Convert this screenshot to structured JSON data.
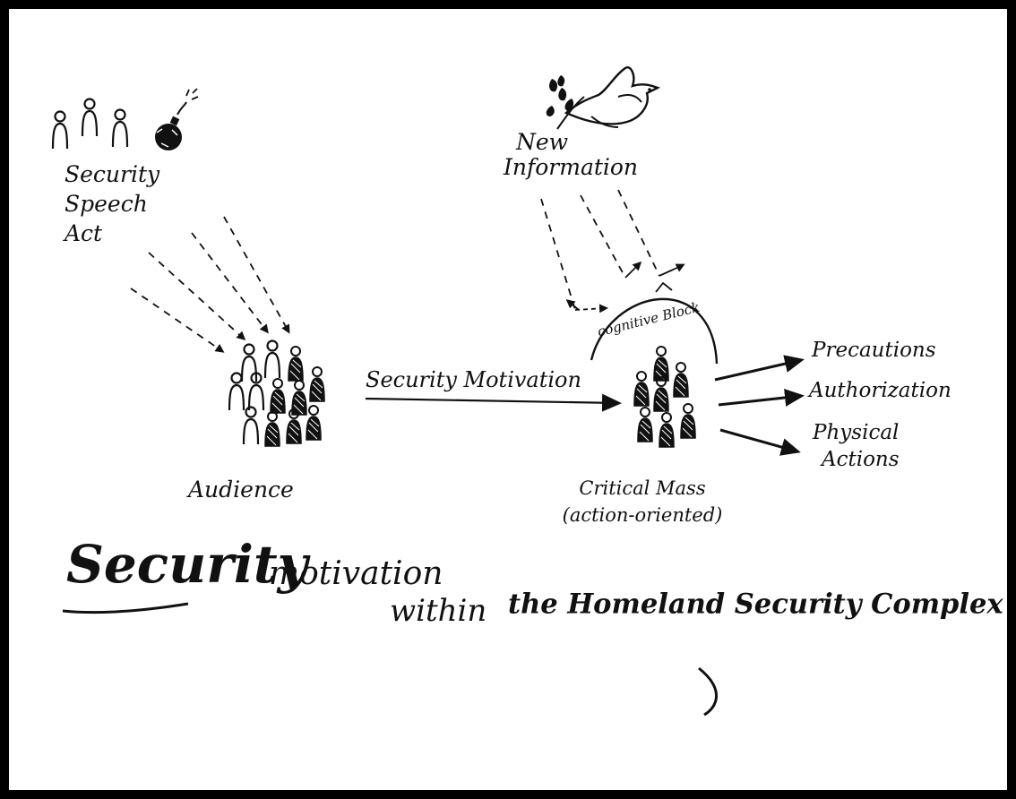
{
  "diagram": {
    "speech_act_label": [
      "Security",
      "Speech",
      "Act"
    ],
    "new_info_label": [
      "New",
      "Information"
    ],
    "audience_label": "Audience",
    "motivation_label": "Security Motivation",
    "cognitive_block_label": "cognitive Block",
    "critical_mass_label": [
      "Critical Mass",
      "(action-oriented)"
    ],
    "outcomes": {
      "precautions": "Precautions",
      "authorization": "Authorization",
      "physical_actions": [
        "Physical",
        "Actions"
      ]
    },
    "title": {
      "part1": "Security",
      "part2": "motivation",
      "part3": "within",
      "part4": "the Homeland Security Complex"
    }
  },
  "colors": {
    "ink": "#111111",
    "frame": "#000000",
    "paper": "#ffffff"
  },
  "icons": [
    "person-outline-icon",
    "bomb-icon",
    "dove-icon",
    "olive-branch-icon",
    "crowd-person-icon"
  ]
}
